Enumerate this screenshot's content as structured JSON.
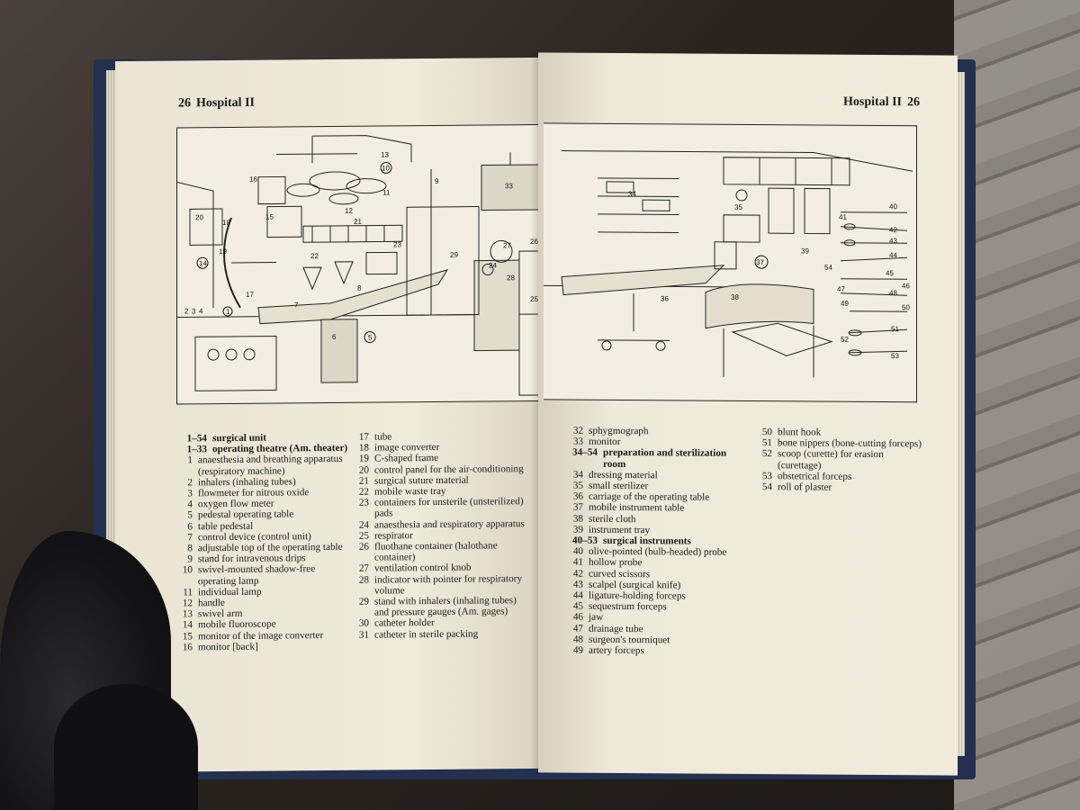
{
  "book": {
    "left_header": {
      "number": "26",
      "title": "Hospital II"
    },
    "right_header": {
      "title": "Hospital II",
      "number": "26"
    }
  },
  "illustration_labels": {
    "left": [
      "1",
      "2",
      "3",
      "4",
      "5",
      "6",
      "7",
      "8",
      "9",
      "10",
      "11",
      "12",
      "13",
      "14",
      "15",
      "16",
      "17",
      "18",
      "19",
      "20",
      "21",
      "22",
      "23",
      "24",
      "25",
      "26",
      "27",
      "28",
      "29",
      "33"
    ],
    "right": [
      "34",
      "35",
      "36",
      "37",
      "38",
      "39",
      "40",
      "41",
      "42",
      "43",
      "44",
      "45",
      "46",
      "47",
      "48",
      "49",
      "50",
      "51",
      "52",
      "53",
      "54"
    ]
  },
  "legend": {
    "left_col1": [
      {
        "n": "1–54",
        "t": "surgical unit",
        "bold": true
      },
      {
        "n": "1–33",
        "t": "operating theatre (Am. theater)",
        "bold": true
      },
      {
        "n": "1",
        "t": "anaesthesia and breathing apparatus (respiratory machine)"
      },
      {
        "n": "2",
        "t": "inhalers (inhaling tubes)"
      },
      {
        "n": "3",
        "t": "flowmeter for nitrous oxide"
      },
      {
        "n": "4",
        "t": "oxygen flow meter"
      },
      {
        "n": "5",
        "t": "pedestal operating table"
      },
      {
        "n": "6",
        "t": "table pedestal"
      },
      {
        "n": "7",
        "t": "control device (control unit)"
      },
      {
        "n": "8",
        "t": "adjustable top of the operating table"
      },
      {
        "n": "9",
        "t": "stand for intravenous drips"
      },
      {
        "n": "10",
        "t": "swivel-mounted shadow-free operating lamp"
      },
      {
        "n": "11",
        "t": "individual lamp"
      },
      {
        "n": "12",
        "t": "handle"
      },
      {
        "n": "13",
        "t": "swivel arm"
      },
      {
        "n": "14",
        "t": "mobile fluoroscope"
      },
      {
        "n": "15",
        "t": "monitor of the image converter"
      },
      {
        "n": "16",
        "t": "monitor [back]"
      }
    ],
    "left_col2": [
      {
        "n": "17",
        "t": "tube"
      },
      {
        "n": "18",
        "t": "image converter"
      },
      {
        "n": "19",
        "t": "C-shaped frame"
      },
      {
        "n": "20",
        "t": "control panel for the air-conditioning"
      },
      {
        "n": "21",
        "t": "surgical suture material"
      },
      {
        "n": "22",
        "t": "mobile waste tray"
      },
      {
        "n": "23",
        "t": "containers for unsterile (unsterilized) pads"
      },
      {
        "n": "24",
        "t": "anaesthesia and respiratory apparatus"
      },
      {
        "n": "25",
        "t": "respirator"
      },
      {
        "n": "26",
        "t": "fluothane container (halothane container)"
      },
      {
        "n": "27",
        "t": "ventilation control knob"
      },
      {
        "n": "28",
        "t": "indicator with pointer for respiratory volume"
      },
      {
        "n": "29",
        "t": "stand with inhalers (inhaling tubes) and pressure gauges (Am. gages)"
      },
      {
        "n": "30",
        "t": "catheter holder"
      },
      {
        "n": "31",
        "t": "catheter in sterile packing"
      }
    ],
    "right_col1": [
      {
        "n": "32",
        "t": "sphygmograph"
      },
      {
        "n": "33",
        "t": "monitor"
      },
      {
        "n": "34–54",
        "t": "preparation and sterilization room",
        "bold": true
      },
      {
        "n": "34",
        "t": "dressing material"
      },
      {
        "n": "35",
        "t": "small sterilizer"
      },
      {
        "n": "36",
        "t": "carriage of the operating table"
      },
      {
        "n": "37",
        "t": "mobile instrument table"
      },
      {
        "n": "38",
        "t": "sterile cloth"
      },
      {
        "n": "39",
        "t": "instrument tray"
      },
      {
        "n": "40–53",
        "t": "surgical instruments",
        "bold": true
      },
      {
        "n": "40",
        "t": "olive-pointed (bulb-headed) probe"
      },
      {
        "n": "41",
        "t": "hollow probe"
      },
      {
        "n": "42",
        "t": "curved scissors"
      },
      {
        "n": "43",
        "t": "scalpel (surgical knife)"
      },
      {
        "n": "44",
        "t": "ligature-holding forceps"
      },
      {
        "n": "45",
        "t": "sequestrum forceps"
      },
      {
        "n": "46",
        "t": "jaw"
      },
      {
        "n": "47",
        "t": "drainage tube"
      },
      {
        "n": "48",
        "t": "surgeon's tourniquet"
      },
      {
        "n": "49",
        "t": "artery forceps"
      }
    ],
    "right_col2": [
      {
        "n": "50",
        "t": "blunt hook"
      },
      {
        "n": "51",
        "t": "bone nippers (bone-cutting forceps)"
      },
      {
        "n": "52",
        "t": "scoop (curette) for erasion (curettage)"
      },
      {
        "n": "53",
        "t": "obstetrical forceps"
      },
      {
        "n": "54",
        "t": "roll of plaster"
      }
    ]
  }
}
